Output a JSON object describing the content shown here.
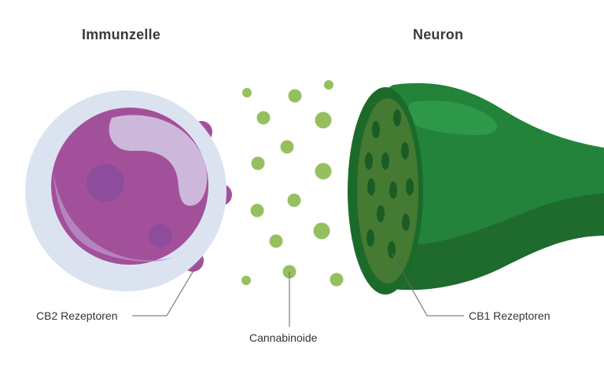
{
  "headings": {
    "immune_cell": "Immunzelle",
    "neuron": "Neuron"
  },
  "labels": {
    "cb2_receptors": "CB2 Rezeptoren",
    "cannabinoids": "Cannabinoide",
    "cb1_receptors": "CB1 Rezeptoren"
  },
  "colors": {
    "cell_membrane": "#dbe3f1",
    "nucleus": "#a3509a",
    "receptor_cb2": "#a3509a",
    "cannabinoid": "#96c05f",
    "neuron_dark": "#1d6a2c",
    "neuron_mid": "#25853a",
    "receptor_cb1": "#1a5c24"
  }
}
